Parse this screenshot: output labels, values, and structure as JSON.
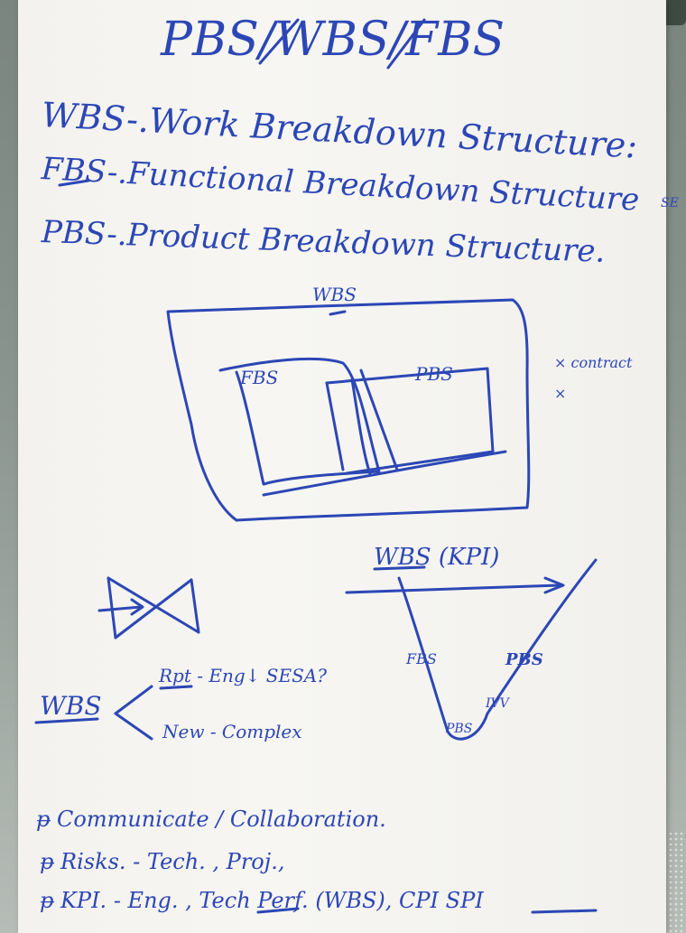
{
  "title": "PBS/WBS/FBS",
  "definitions": [
    "WBS-.Work Breakdown Structure:",
    "FBS-.Functional Breakdown Structure",
    "PBS-.Product Breakdown Structure."
  ],
  "se_note": "SE",
  "diagram": {
    "outer_label": "WBS",
    "left_box_label": "FBS",
    "right_box_label": "PBS"
  },
  "side_notes": [
    "× contract",
    "×"
  ],
  "vee": {
    "title": "WBS (KPI)",
    "left_label": "FBS",
    "right_label": "PBS",
    "bottom_label": "PBS",
    "mid_label": "IVV"
  },
  "wbs_branch": {
    "root": "WBS",
    "upper": "Rpt - Eng↓ SESA?",
    "lower": "New - Complex"
  },
  "bullets": [
    "Communicate / Collaboration.",
    "Risks. - Tech. , Proj.,",
    "KPI. - Eng. , Tech Perf. (WBS), CPI SPI"
  ],
  "icons": [
    "binder-clip-icon",
    "bowtie-icon",
    "arrow-icon"
  ]
}
